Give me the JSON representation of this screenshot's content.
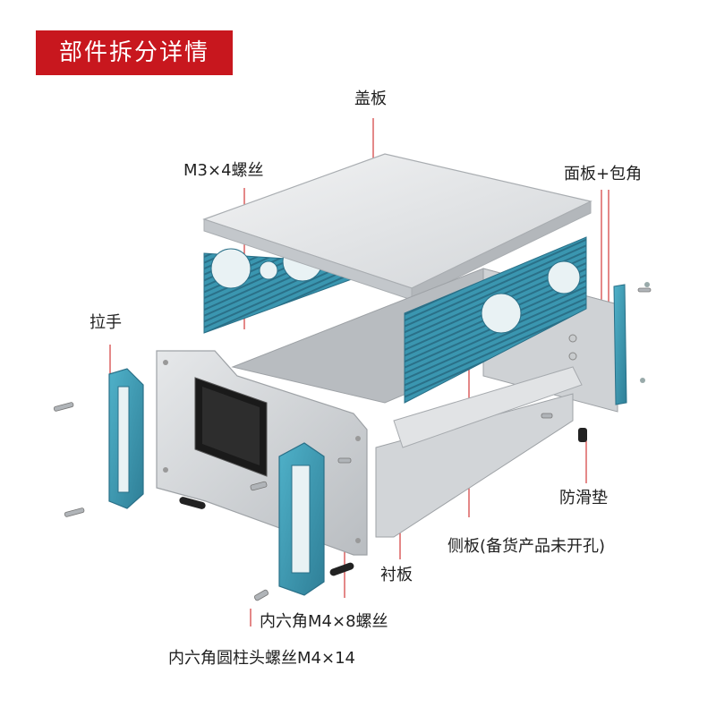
{
  "header": {
    "title": "部件拆分详情"
  },
  "labels": {
    "cover": "盖板",
    "screw_m3": "M3×4螺丝",
    "panel_corner": "面板+包角",
    "handle": "拉手",
    "anti_slip_pad": "防滑垫",
    "side_panel": "侧板(备货产品未开孔)",
    "liner": "衬板",
    "hex_screw_m4x8": "内六角M4×8螺丝",
    "hex_cyl_screw_m4x14": "内六角圆柱头螺丝M4×14"
  },
  "colors": {
    "accent_red": "#c8171e",
    "teal": "#3a96b0",
    "aluminum": "#d9dcdf",
    "leader_red": "#d33a3a"
  }
}
